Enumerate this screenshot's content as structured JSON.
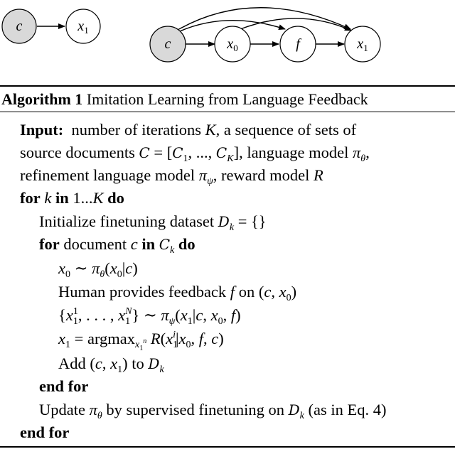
{
  "graph_small": {
    "nodes": [
      {
        "id": "c",
        "label": "c",
        "shaded": true
      },
      {
        "id": "x1",
        "label": "x",
        "sub": "1",
        "shaded": false
      }
    ]
  },
  "graph_large": {
    "nodes": [
      {
        "id": "c",
        "label": "c",
        "shaded": true
      },
      {
        "id": "x0",
        "label": "x",
        "sub": "0",
        "shaded": false
      },
      {
        "id": "f",
        "label": "f",
        "shaded": false
      },
      {
        "id": "x1",
        "label": "x",
        "sub": "1",
        "shaded": false
      }
    ]
  },
  "algorithm": {
    "number_label": "Algorithm 1",
    "title": "Imitation Learning from Language Feedback",
    "kw": {
      "input": "Input:",
      "for": "for",
      "in": "in",
      "do": "do",
      "end_for": "end for"
    },
    "text": {
      "input_1": "number of iterations",
      "input_2": ", a sequence of sets of",
      "input_3": "source documents",
      "input_4": ", language model",
      "input_5": "refinement language model",
      "input_6": ", reward model",
      "init": "Initialize finetuning dataset",
      "document": "document",
      "human": "Human provides feedback",
      "on": "on",
      "argmax": "argmax",
      "add": "Add",
      "to": "to",
      "update_1": "Update",
      "update_2": "by supervised finetuning on",
      "update_3": "(as in Eq. 4)"
    }
  }
}
